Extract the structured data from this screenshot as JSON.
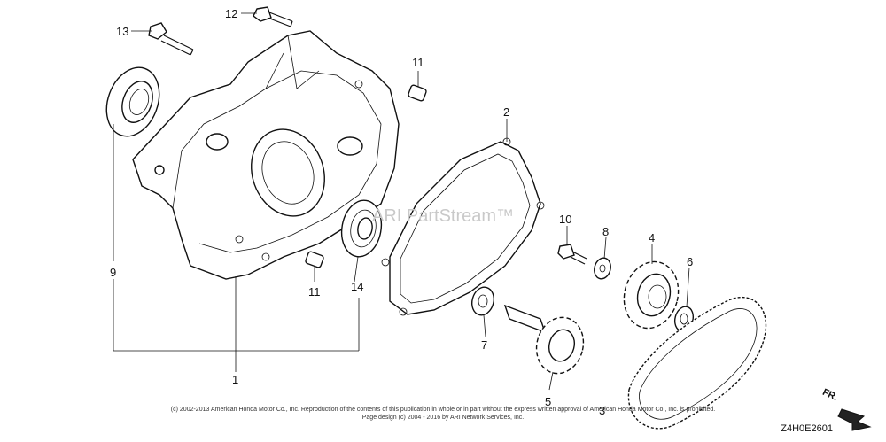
{
  "callouts": {
    "n1": "1",
    "n2": "2",
    "n3": "3",
    "n4": "4",
    "n5": "5",
    "n6": "6",
    "n7": "7",
    "n8": "8",
    "n9": "9",
    "n10": "10",
    "n11a": "11",
    "n11b": "11",
    "n12": "12",
    "n13": "13",
    "n14": "14"
  },
  "watermark": "ARI PartStream™",
  "footer": {
    "line1": "(c) 2002-2013 American Honda Motor Co., Inc. Reproduction of the contents of this publication in whole or in part without the express written approval of American Honda Motor Co., Inc. is prohibited.",
    "line2": "Page design (c) 2004 - 2016 by ARI Network Services, Inc."
  },
  "diagram_code": "Z4H0E2601",
  "direction_label": "FR."
}
